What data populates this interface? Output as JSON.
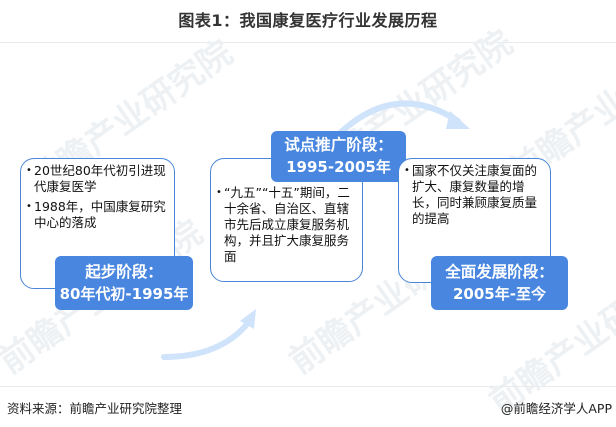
{
  "title": "图表1：我国康复医疗行业发展历程",
  "watermark": "前瞻产业研究院",
  "colors": {
    "label_bg": "#4886e0",
    "box_border": "#4a86d8",
    "arrow": "#cfe3fb",
    "divider": "#e8ecef"
  },
  "stages": [
    {
      "label_line1": "起步阶段：",
      "label_line2": "80年代初-1995年",
      "bullets": [
        "20世纪80年代初引进现代康复医学",
        "1988年，中国康复研究中心的落成"
      ]
    },
    {
      "label_line1": "试点推广阶段：",
      "label_line2": "1995-2005年",
      "bullets": [
        "“九五”“十五”期间，二十余省、自治区、直辖市先后成立康复服务机构，并且扩大康复服务面"
      ]
    },
    {
      "label_line1": "全面发展阶段：",
      "label_line2": "2005年-至今",
      "bullets": [
        "国家不仅关注康复面的扩大、康复数量的增长，同时兼顾康复质量的提高"
      ]
    }
  ],
  "footer": {
    "source": "资料来源：前瞻产业研究院整理",
    "credit": "@前瞻经济学人APP"
  }
}
